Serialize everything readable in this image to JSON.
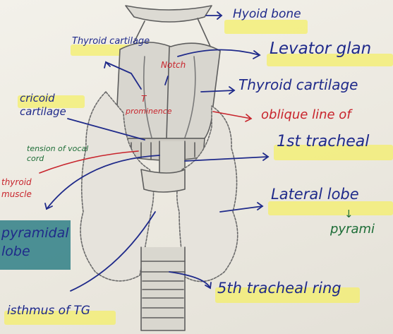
{
  "labels": {
    "hyoid_bone": "Hyoid bone",
    "levator_gland": "Levator glan",
    "thyroid_cartilage_right": "Thyroid cartilage",
    "oblique_line": "oblique line of",
    "first_tracheal": "1st tracheal",
    "lateral_lobe": "Lateral lobe",
    "pyrami": "pyrami",
    "fifth_tracheal_ring": "5th tracheal ring",
    "isthmus": "isthmus of TG",
    "thyroid_cartilage_top": "Thyroid cartilage",
    "notch": "Notch",
    "cricoid_cartilage": "cricoid cartilage",
    "tension_of_vocal_cord": "tension of vocal cord",
    "thyroid_muscle": "thyroid muscle",
    "pyramidal_lobe": "pyramidal lobe",
    "prominence": "prominence",
    "t_mark": "T",
    "arrow_down": "↓"
  },
  "colors": {
    "navy": "#1f2a8a",
    "red": "#c8242c",
    "green": "#1d6d37",
    "highlight_yellow": "#f4ef6a",
    "highlight_teal": "#2f7f86",
    "pencil": "#5a5a5a"
  }
}
